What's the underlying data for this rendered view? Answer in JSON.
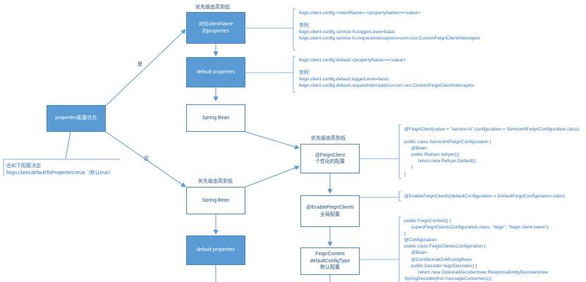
{
  "nodes": {
    "root": "properties配置优先",
    "client_name_props": [
      "对应clientName",
      "的properties"
    ],
    "default_props_top": "default properties",
    "spring_bean_top": "Spring Bean",
    "feign_client": [
      "@FeignClient",
      "个性化的配置"
    ],
    "spring_bean_bottom": "Spring Bean",
    "enable_feign_clients": [
      "@EnableFeignClients",
      "全局配置"
    ],
    "default_props_bottom": "default properties",
    "feign_context": [
      "FeignContext",
      "defaultConfigType",
      "默认配置"
    ]
  },
  "labels": {
    "priority_top": "优先级由高到低",
    "priority_mid": "优先级由高到低",
    "priority_bottom": "优先级由高到低",
    "yes": "是",
    "no": "否",
    "decision_line1": "由如下配置决定",
    "decision_line2": "feign.client.defaultToProperties=true（默认true）"
  },
  "notes": {
    "client_name_config": [
      "feign.client.config.<clientName>.<propertyName>=<value>",
      "",
      "举例：",
      "feign.client.config.service-hi.loggerLevel=basic",
      "feign.client.config.service-hi.requestInterceptors=com.xxx.CustomFeignClientInterceptor"
    ],
    "default_config": [
      "feign.client.config.default.<propertyName>=<value>",
      "",
      "举例：",
      "feign.client.config.default.loggerLevel=basic",
      "feign.client.config.default.requestInterceptors=com.xxx.CustomFeignClientInterceptor"
    ],
    "feign_client_code": [
      "@FeignClient(value = \"service-hi\",configuration = ServiceHiFeignConfiguration.class)",
      "",
      "public class ServiceHiFeignConfiguration {",
      "@Bean",
      "public Retryer retryer(){",
      "return new Retryer.Default();",
      "}",
      "}"
    ],
    "enable_feign_clients_code": [
      "@EnableFeignClients(defaultConfiguration = DefaultFeignConfiguration.class)"
    ],
    "feign_context_code": [
      "public FeignContext() {",
      "super(FeignClientsConfiguration.class, \"feign\", \"feign.client.name\");",
      "}",
      "@Configuration",
      "public class FeignClientsConfiguration {",
      "@Bean",
      "@ConditionalOnMissingBean",
      "public Decoder feignDecoder() {",
      "return new OptionalDecoder(new ResponseEntityDecoder(new",
      "SpringDecoder(this.messageConverters)));"
    ]
  },
  "colors": {
    "node_fill": "#5b9bd5",
    "node_border": "#4a86c2",
    "connector": "#5b9bd5",
    "note_text": "#2e75b6",
    "label_text": "#1f4e79"
  }
}
